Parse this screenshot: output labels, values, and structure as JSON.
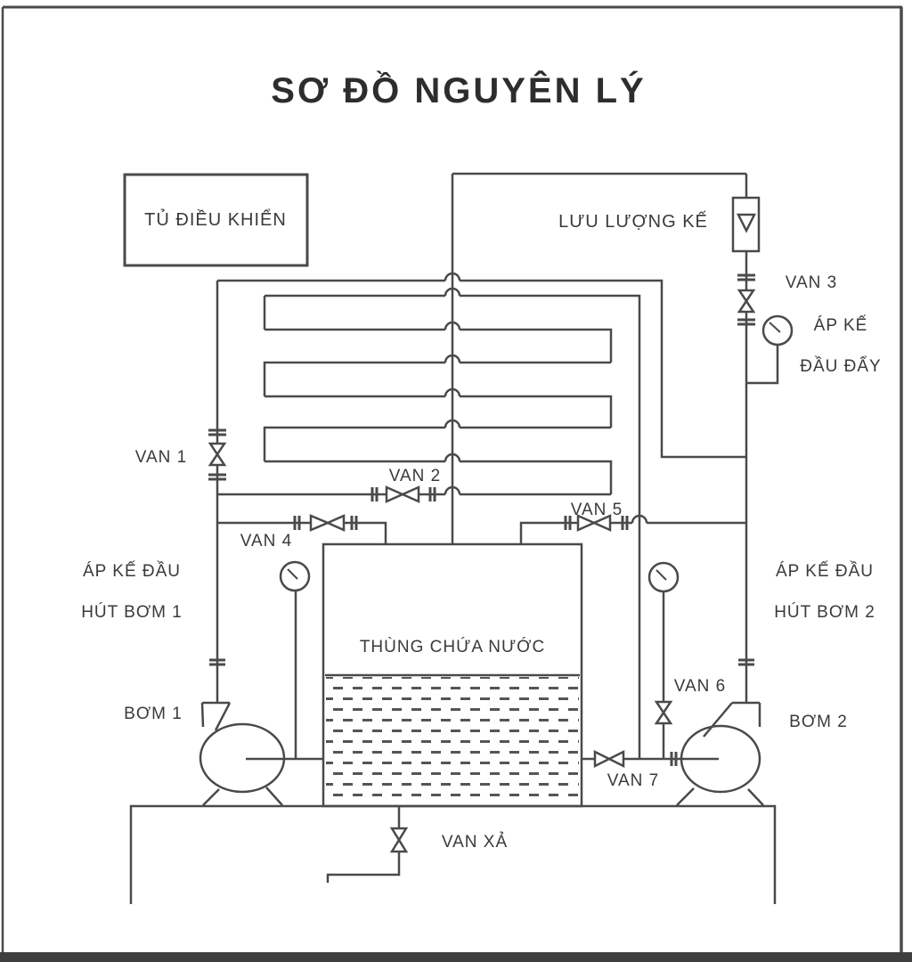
{
  "title": "SƠ ĐỒ NGUYÊN LÝ",
  "components": {
    "control_cabinet": "TỦ ĐIỀU KHIỂN",
    "flow_meter": "LƯU LƯỢNG KẾ",
    "tank": "THÙNG CHỨA NƯỚC",
    "pump1": "BƠM 1",
    "pump2": "BƠM 2"
  },
  "valves": {
    "van1": "VAN 1",
    "van2": "VAN 2",
    "van3": "VAN 3",
    "van4": "VAN 4",
    "van5": "VAN 5",
    "van6": "VAN 6",
    "van7": "VAN 7",
    "van_xa": "VAN XẢ"
  },
  "gauges": {
    "discharge_line1": "ÁP KẾ",
    "discharge_line2": "ĐẦU ĐẨY",
    "suction1_line1": "ÁP KẾ ĐẦU",
    "suction1_line2": "HÚT BƠM 1",
    "suction2_line1": "ÁP KẾ ĐẦU",
    "suction2_line2": "HÚT BƠM 2"
  },
  "icons": {
    "valve_symbol": "bowtie-valve-icon",
    "gauge_symbol": "pressure-gauge-icon",
    "flow_meter_symbol": "rotameter-icon",
    "pump_symbol": "centrifugal-pump-icon"
  },
  "colors": {
    "line": "#4a4a4a",
    "text": "#3a3a3a",
    "background": "#ffffff",
    "bottom_bar": "#3f3f3f"
  }
}
